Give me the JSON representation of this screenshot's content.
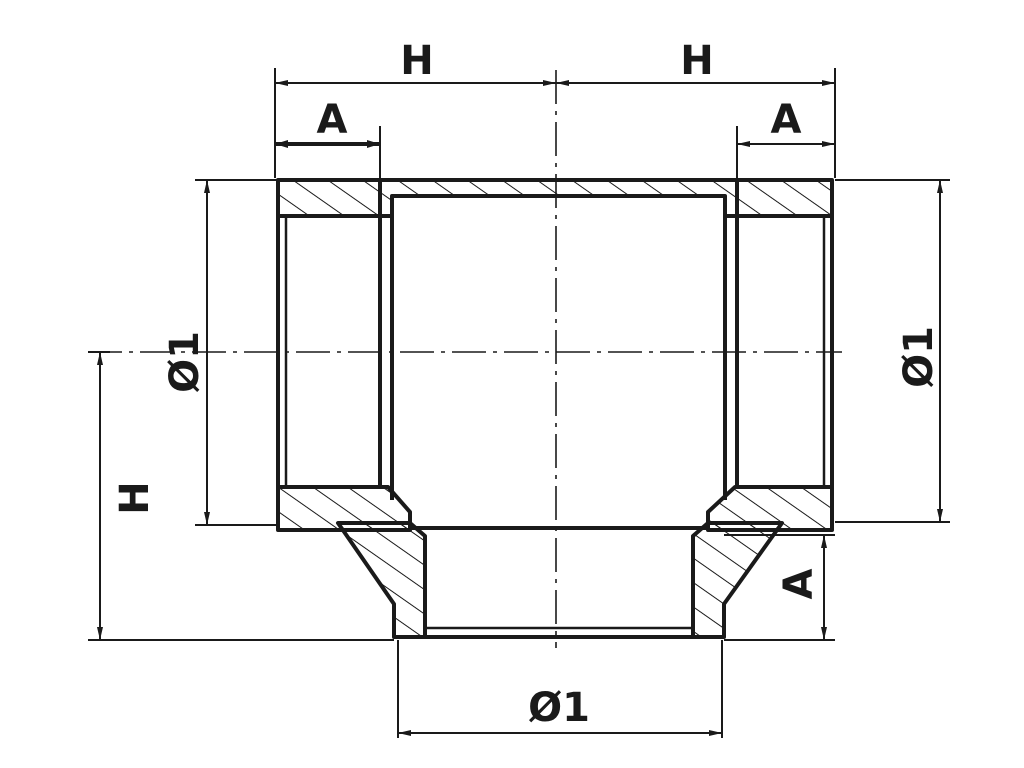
{
  "diagram": {
    "labels": {
      "top_left_length": "H",
      "top_right_length": "H",
      "top_left_thread": "A",
      "top_right_thread": "A",
      "left_diameter": "Ø1",
      "right_diameter": "Ø1",
      "left_height": "H",
      "branch_thread": "A",
      "bottom_diameter": "Ø1"
    },
    "colors": {
      "line": "#1a1a1a",
      "background": "#ffffff"
    }
  }
}
